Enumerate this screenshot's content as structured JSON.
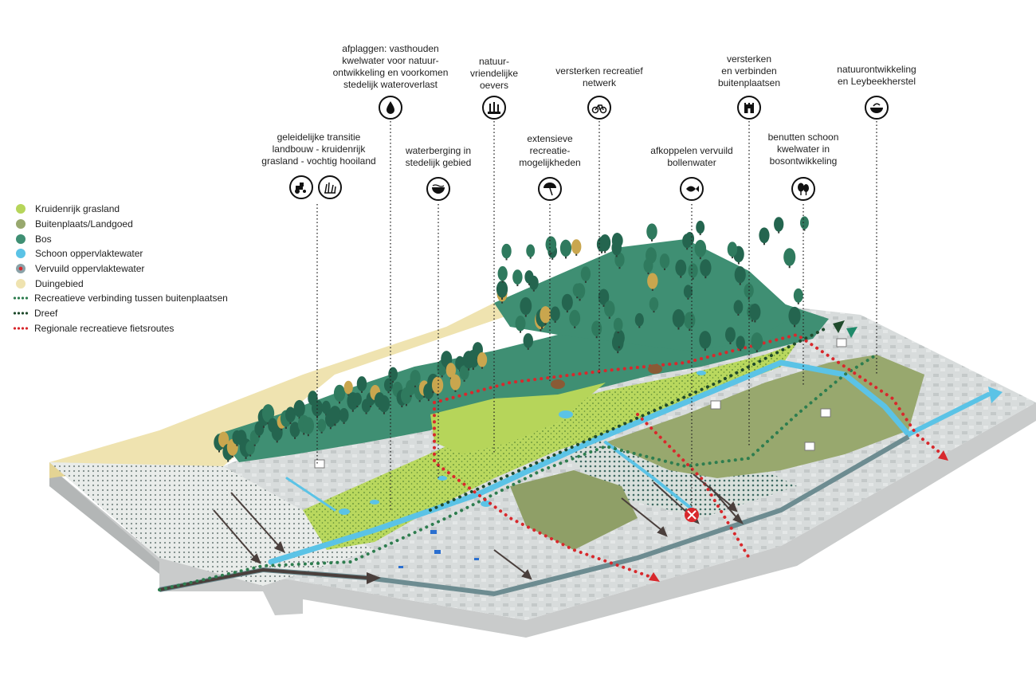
{
  "annotations": [
    {
      "id": "transitie",
      "text": "geleidelijke transitie\nlandbouw - kruidenrijk\ngrasland - vochtig hooiland",
      "icons": [
        "tractor-icon",
        "grass-icon"
      ]
    },
    {
      "id": "afplaggen",
      "text": "afplaggen: vasthouden\nkwelwater voor natuur-\nontwikkeling en voorkomen\nstedelijk wateroverlast",
      "icons": [
        "water-drop-icon"
      ]
    },
    {
      "id": "waterberging",
      "text": "waterberging in\nstedelijk gebied",
      "icons": [
        "water-basin-icon"
      ]
    },
    {
      "id": "oevers",
      "text": "natuur-\nvriendelijke\noevers",
      "icons": [
        "reeds-icon"
      ]
    },
    {
      "id": "extensieve",
      "text": "extensieve\nrecreatie-\nmogelijkheden",
      "icons": [
        "parasol-icon"
      ]
    },
    {
      "id": "netwerk",
      "text": "versterken recreatief\nnetwerk",
      "icons": [
        "bicycle-icon"
      ]
    },
    {
      "id": "afkoppelen",
      "text": "afkoppelen vervuild\nbollenwater",
      "icons": [
        "fish-icon"
      ]
    },
    {
      "id": "buitenplaatsen",
      "text": "versterken\nen verbinden\nbuitenplaatsen",
      "icons": [
        "castle-icon"
      ]
    },
    {
      "id": "kwelwater",
      "text": "benutten schoon\nkwelwater in\nbosontwikkeling",
      "icons": [
        "tree-icon"
      ]
    },
    {
      "id": "leybeek",
      "text": "natuurontwikkeling\nen Leybeekherstel",
      "icons": [
        "nature-bowl-icon"
      ]
    }
  ],
  "legend": [
    {
      "label": "Kruidenrijk grasland",
      "kind": "swatch",
      "color": "#b6d55a"
    },
    {
      "label": "Buitenplaats/Landgoed",
      "kind": "swatch",
      "color": "#98a86e"
    },
    {
      "label": "Bos",
      "kind": "swatch",
      "color": "#3f8f73"
    },
    {
      "label": "Schoon oppervlaktewater",
      "kind": "swatch",
      "color": "#5bc3e6"
    },
    {
      "label": "Vervuild oppervlaktewater",
      "kind": "swatch",
      "color": "#8aa2a8"
    },
    {
      "label": "Duingebied",
      "kind": "swatch",
      "color": "#efe3b0"
    },
    {
      "label": "Recreatieve verbinding tussen buitenplaatsen",
      "kind": "dots",
      "color": "#2e7d4f"
    },
    {
      "label": "Dreef",
      "kind": "dots",
      "color": "#1f4a2c"
    },
    {
      "label": "Regionale recreatieve fietsroutes",
      "kind": "dots",
      "color": "#d8282c"
    }
  ]
}
